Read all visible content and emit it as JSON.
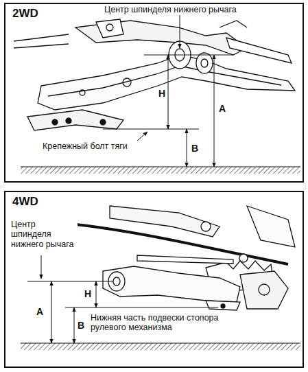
{
  "diagram": {
    "nodes": [
      {
        "text": [
          "2WD"
        ]
      },
      {
        "text": [
          "4WD"
        ]
      }
    ],
    "labels": [
      "Центр шпинделя нижнего рычага",
      "H",
      "A",
      "Крепежный болт тяги",
      "B",
      "Центр шпинделя нижнего рычага",
      "A",
      "H",
      "B",
      "Нижняя часть подвески стопора рулевого механизма"
    ]
  }
}
